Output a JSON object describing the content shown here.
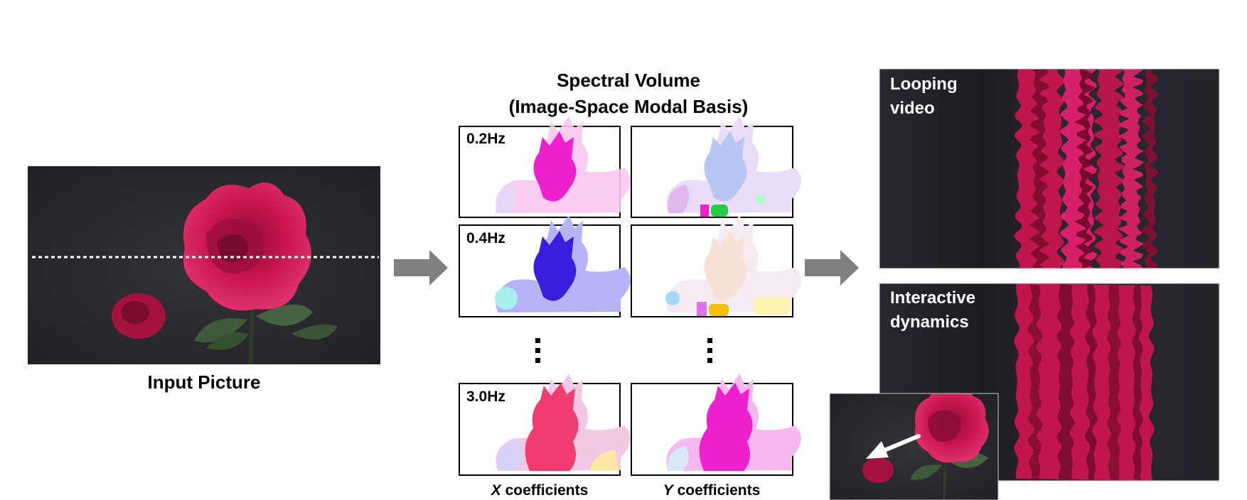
{
  "input": {
    "caption": "Input Picture"
  },
  "spectral": {
    "title_line1": "Spectral Volume",
    "title_line2": "(Image-Space Modal Basis)",
    "x_caption_var": "X",
    "x_caption_rest": " coefficients",
    "y_caption_var": "Y",
    "y_caption_rest": " coefficients",
    "freq_labels": [
      "0.2Hz",
      "0.4Hz",
      "3.0Hz"
    ]
  },
  "outputs": {
    "looping_line1": "Looping",
    "looping_line2": "video",
    "interactive_line1": "Interactive",
    "interactive_line2": "dynamics"
  },
  "colors": {
    "arrow": "#7f7f7f",
    "dark_bg": "#2a2630",
    "rose": "#c8154f",
    "rose_bright": "#e0206a",
    "leaf": "#3f5a3a",
    "magenta": "#ee22cc",
    "blue": "#3a1ee0",
    "lavender": "#b8c6f2",
    "peach": "#f8e2d6",
    "green": "#22cc44",
    "yellow": "#f2c200",
    "red_pink": "#ee3d6e"
  }
}
